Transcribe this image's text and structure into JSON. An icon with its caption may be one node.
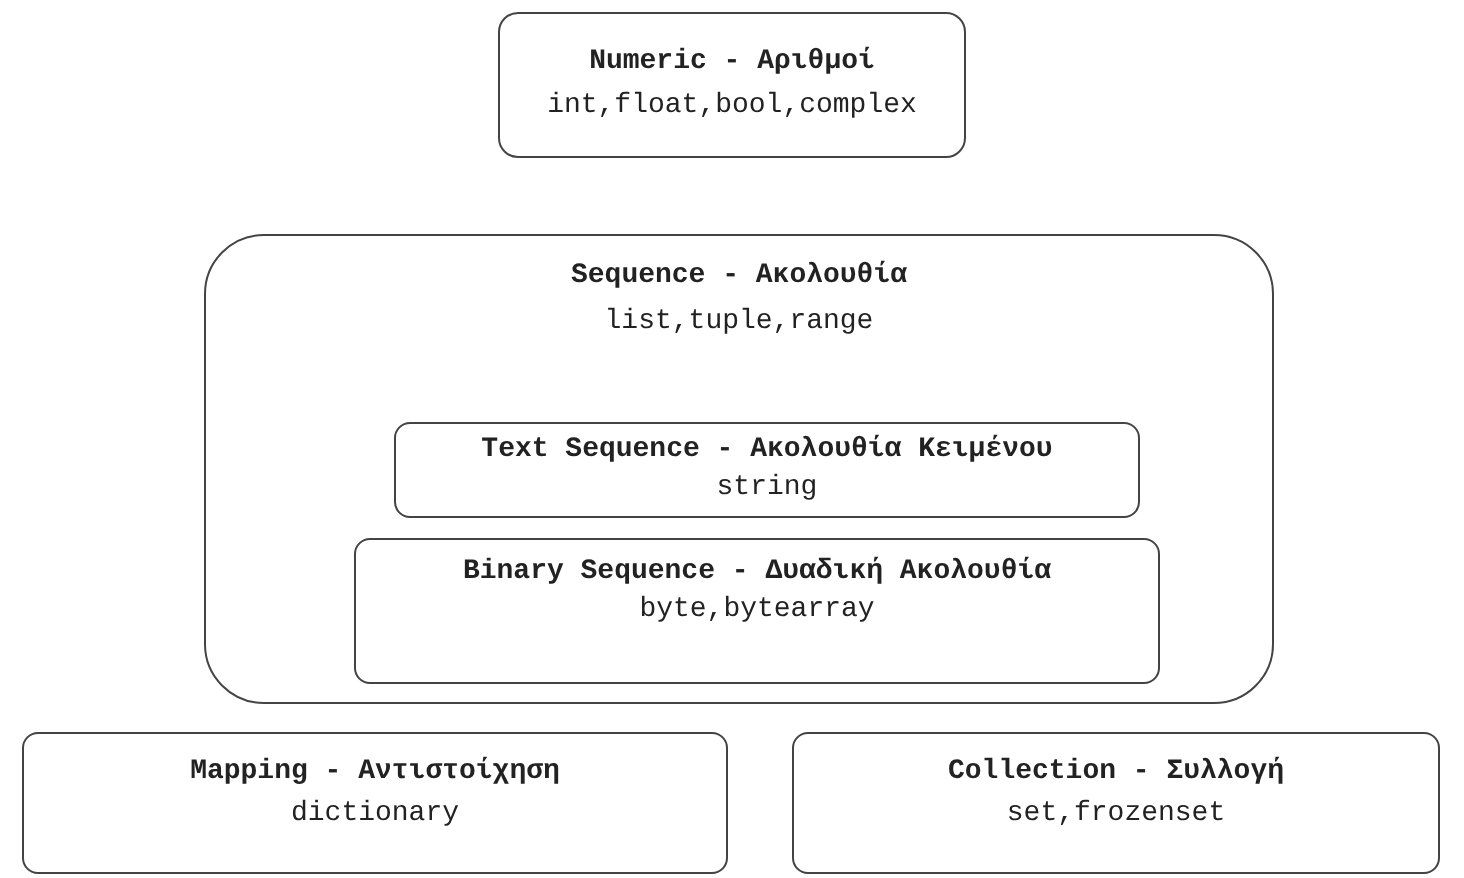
{
  "diagram": {
    "nodes": [
      {
        "text": [
          "Numeric - Αριθμοί",
          "int,float,bool,complex"
        ]
      },
      {
        "text": [
          "Sequence - Ακολουθία",
          "list,tuple,range"
        ]
      },
      {
        "text": [
          "Text Sequence - Ακολουθία Κειμένου",
          "string"
        ],
        "in": 1
      },
      {
        "text": [
          "Binary Sequence - Δυαδική Ακολουθία",
          "byte,bytearray"
        ],
        "in": 1
      },
      {
        "text": [
          "Mapping - Αντιστοίχηση",
          "dictionary"
        ]
      },
      {
        "text": [
          "Collection - Συλλογή",
          "set,frozenset"
        ]
      }
    ]
  }
}
